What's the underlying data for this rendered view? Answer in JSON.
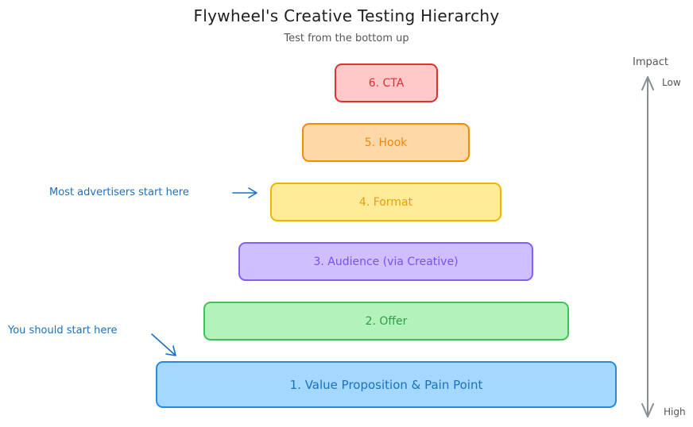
{
  "title": "Flywheel's Creative Testing Hierarchy",
  "subtitle": "Test from the bottom up",
  "levels": [
    {
      "label": "6. CTA",
      "fill": "#ffc9c9",
      "stroke": "#e03131",
      "text_color": "#e03131"
    },
    {
      "label": "5. Hook",
      "fill": "#ffd8a8",
      "stroke": "#f08c00",
      "text_color": "#e8890c"
    },
    {
      "label": "4. Format",
      "fill": "#ffec99",
      "stroke": "#f0b400",
      "text_color": "#e8a000"
    },
    {
      "label": "3. Audience (via Creative)",
      "fill": "#d0bfff",
      "stroke": "#845ef7",
      "text_color": "#7950f2"
    },
    {
      "label": "2. Offer",
      "fill": "#b2f2bb",
      "stroke": "#40c057",
      "text_color": "#2f9e44"
    },
    {
      "label": "1. Value Proposition & Pain Point",
      "fill": "#a5d8ff",
      "stroke": "#228be6",
      "text_color": "#1971c2"
    }
  ],
  "annotations": {
    "most_advertisers": "Most advertisers start here",
    "you_should": "You should start here",
    "color": "#1971c2"
  },
  "axis": {
    "title": "Impact",
    "low": "Low",
    "high": "High",
    "color": "#868e96"
  }
}
